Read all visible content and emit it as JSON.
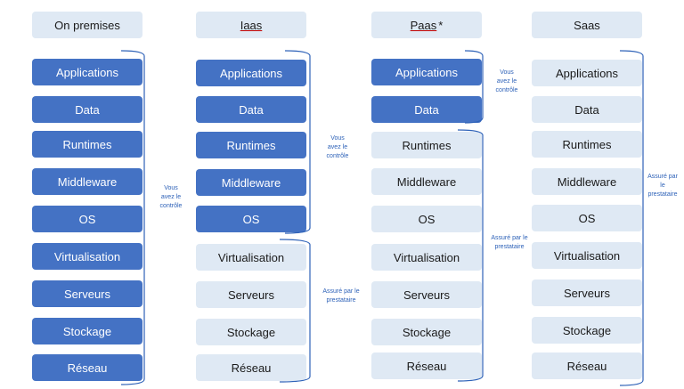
{
  "columns": [
    {
      "header": "On premises",
      "layers": [
        "Applications",
        "Data",
        "Runtimes",
        "Middleware",
        "OS",
        "Virtualisation",
        "Serveurs",
        "Stockage",
        "Réseau"
      ],
      "brackets": [
        {
          "text": "Vous\navez le\ncontrôle"
        }
      ]
    },
    {
      "header": "Iaas",
      "layers": [
        "Applications",
        "Data",
        "Runtimes",
        "Middleware",
        "OS",
        "Virtualisation",
        "Serveurs",
        "Stockage",
        "Réseau"
      ],
      "brackets": [
        {
          "text": "Vous\navez le\ncontrôle"
        },
        {
          "text": "Assuré par le\nprestataire"
        }
      ]
    },
    {
      "header": "Paas",
      "header_suffix": "*",
      "layers": [
        "Applications",
        "Data",
        "Runtimes",
        "Middleware",
        "OS",
        "Virtualisation",
        "Serveurs",
        "Stockage",
        "Réseau"
      ],
      "brackets": [
        {
          "text": "Vous\navez le\ncontrôle"
        },
        {
          "text": "Assuré par le\nprestataire"
        }
      ]
    },
    {
      "header": "Saas",
      "layers": [
        "Applications",
        "Data",
        "Runtimes",
        "Middleware",
        "OS",
        "Virtualisation",
        "Serveurs",
        "Stockage",
        "Réseau"
      ],
      "brackets": [
        {
          "text": "Assuré par\nle\nprestataire"
        }
      ]
    }
  ],
  "colors": {
    "managed_by_you": "#4472c4",
    "managed_by_provider": "#dfe9f4",
    "bracket_line": "#2e62b8",
    "label_text": "#2e62b8"
  }
}
